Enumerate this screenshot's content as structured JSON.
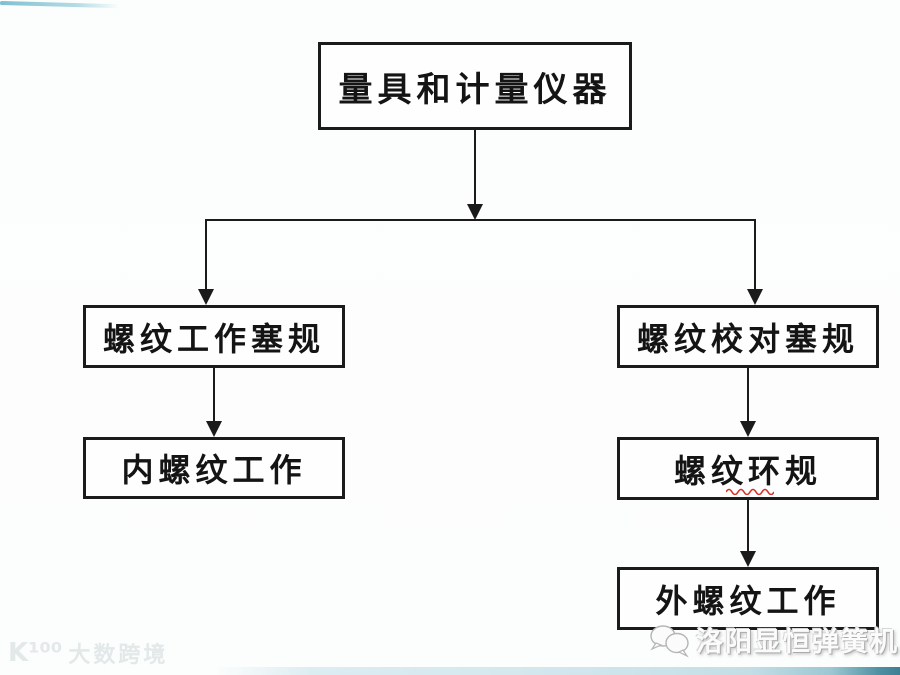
{
  "flowchart": {
    "root": {
      "label": "量具和计量仪器"
    },
    "left_branch": [
      {
        "label": "螺纹工作塞规"
      },
      {
        "label": "内螺纹工作"
      }
    ],
    "right_branch": [
      {
        "label": "螺纹校对塞规"
      },
      {
        "label": "螺纹环规"
      },
      {
        "label": "外螺纹工作"
      }
    ]
  },
  "watermarks": {
    "bottom_right_text": "洛阳显恒弹簧机",
    "bottom_left_logo": "K¹⁰⁰",
    "bottom_left_text": "大数跨境"
  },
  "icons": {
    "wechat_icon": "wechat-icon",
    "spellcheck_squiggle": "red-wavy-underline",
    "arrowhead": "down-arrowhead"
  },
  "colors": {
    "box_border": "#1b1b1b",
    "connector": "#1b1b1b",
    "squiggle_red": "#d93025",
    "bottom_bar_teal": "#4e8fa2",
    "top_line_teal": "#7fc0d0"
  }
}
